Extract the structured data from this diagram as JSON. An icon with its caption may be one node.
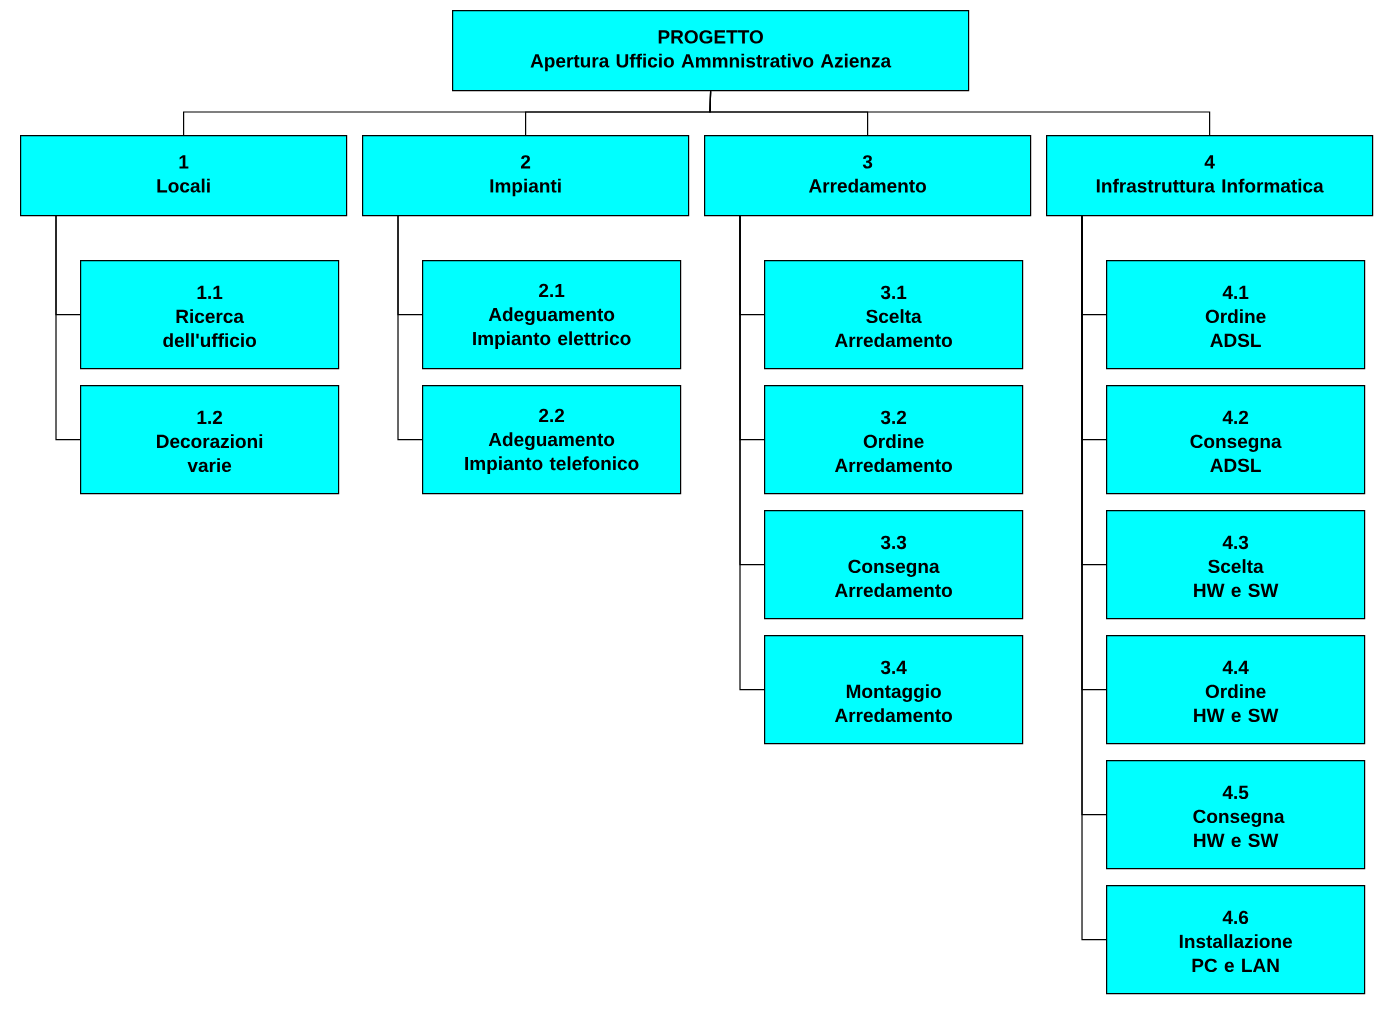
{
  "diagram": {
    "nodes": [
      {
        "text": [
          "PROGETTO",
          "Apertura Ufficio Ammnistrativo Azienza"
        ]
      },
      {
        "text": [
          "1",
          "Locali"
        ]
      },
      {
        "text": [
          "1.1",
          "Ricerca dell'ufficio"
        ]
      },
      {
        "text": [
          "1.2",
          "Decorazioni varie"
        ]
      },
      {
        "text": [
          "2",
          "Impianti"
        ]
      },
      {
        "text": [
          "2.1",
          "Adeguamento Impianto elettrico"
        ]
      },
      {
        "text": [
          "2.2",
          "Adeguamento Impianto telefonico"
        ]
      },
      {
        "text": [
          "3",
          "Arredamento"
        ]
      },
      {
        "text": [
          "3.1",
          "Scelta Arredamento"
        ]
      },
      {
        "text": [
          "3.2",
          "Ordine Arredamento"
        ]
      },
      {
        "text": [
          "3.3",
          "Consegna Arredamento"
        ]
      },
      {
        "text": [
          "3.4",
          "Montaggio Arredamento"
        ]
      },
      {
        "text": [
          "4",
          "Infrastruttura Informatica"
        ]
      },
      {
        "text": [
          "4.1",
          "Ordine ADSL"
        ]
      },
      {
        "text": [
          "4.2",
          "Consegna ADSL"
        ]
      },
      {
        "text": [
          "4.3",
          "Scelta HW e SW"
        ]
      },
      {
        "text": [
          "4.4",
          "Ordine HW e SW"
        ]
      },
      {
        "text": [
          "4.5",
          "Consegna HW e SW"
        ]
      },
      {
        "text": [
          "4.6",
          "Installazione PC e LAN"
        ]
      }
    ],
    "edges": [
      {
        "from": 0,
        "to": 1,
        "arrow": "none"
      },
      {
        "from": 0,
        "to": 4,
        "arrow": "none"
      },
      {
        "from": 0,
        "to": 7,
        "arrow": "none"
      },
      {
        "from": 0,
        "to": 12,
        "arrow": "none"
      },
      {
        "from": 1,
        "to": 2,
        "arrow": "none"
      },
      {
        "from": 1,
        "to": 3,
        "arrow": "none"
      },
      {
        "from": 4,
        "to": 5,
        "arrow": "none"
      },
      {
        "from": 4,
        "to": 6,
        "arrow": "none"
      },
      {
        "from": 7,
        "to": 8,
        "arrow": "none"
      },
      {
        "from": 7,
        "to": 9,
        "arrow": "none"
      },
      {
        "from": 7,
        "to": 10,
        "arrow": "none"
      },
      {
        "from": 7,
        "to": 11,
        "arrow": "none"
      },
      {
        "from": 12,
        "to": 13,
        "arrow": "none"
      },
      {
        "from": 12,
        "to": 14,
        "arrow": "none"
      },
      {
        "from": 12,
        "to": 15,
        "arrow": "none"
      },
      {
        "from": 12,
        "to": 16,
        "arrow": "none"
      },
      {
        "from": 12,
        "to": 17,
        "arrow": "none"
      },
      {
        "from": 12,
        "to": 18,
        "arrow": "none"
      }
    ]
  }
}
